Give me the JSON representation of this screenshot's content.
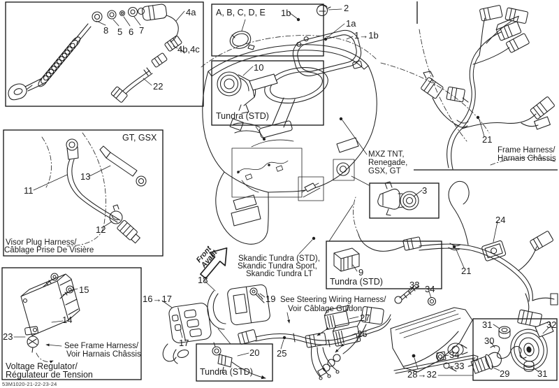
{
  "meta": {
    "figure_code": "53M1020-21-22-23-24"
  },
  "callouts": {
    "c1a": "1a",
    "c1b": "1b",
    "c1to1b": "1→1b",
    "c2": "2",
    "c3": "3",
    "c4a": "4a",
    "c4bc": "4b,4c",
    "c5": "5",
    "c6": "6",
    "c7": "7",
    "c8": "8",
    "c9": "9",
    "c10": "10",
    "c11": "11",
    "c12": "12",
    "c13": "13",
    "c14": "14",
    "c15": "15",
    "c16to17": "16→17",
    "c17": "17",
    "c18": "18",
    "c19": "19",
    "c20": "20",
    "c21": "21",
    "c22": "22",
    "c23": "23",
    "c24": "24",
    "c25": "25",
    "c26": "26",
    "c27": "27",
    "c28to32": "28→32",
    "c29": "29",
    "c30": "30",
    "c31": "31",
    "c32": "32",
    "c33": "33",
    "c34": "34"
  },
  "variant_labels": {
    "abcde": "A, B, C, D, E",
    "tundra_std": "Tundra (STD)",
    "gt_gsx": "GT, GSX",
    "mxz": [
      "MXZ TNT,",
      "Renegade,",
      "GSX, GT"
    ],
    "skandic": [
      "Skandic Tundra (STD),",
      "Skandic Tundra Sport,",
      "Skandic Tundra LT"
    ]
  },
  "captions": {
    "visor": [
      "Visor Plug Harness/",
      "Câblage Prise De Visière"
    ],
    "frame_harness": [
      "Frame Harness/",
      "Harnais Châssis"
    ],
    "steering_ref": [
      "See Steering Wiring Harness/",
      "Voir Câblage Guidon"
    ],
    "frame_ref": [
      "See Frame Harness/",
      "Voir Harnais Châssis"
    ],
    "voltage_regulator": [
      "Voltage Regulator/",
      "Régulateur de Tension"
    ],
    "front_arrow": [
      "Front",
      "Avant"
    ]
  }
}
